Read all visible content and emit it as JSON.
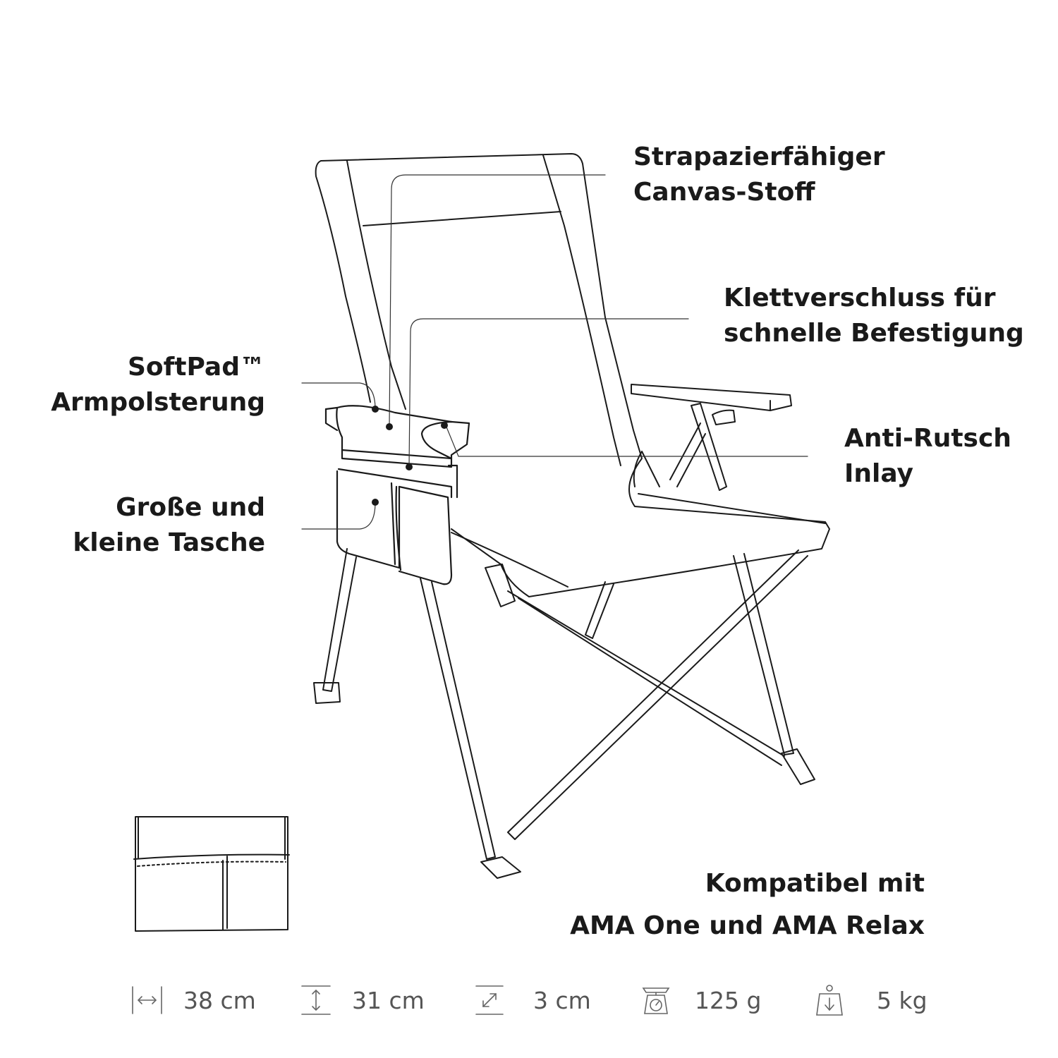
{
  "callouts": {
    "canvas": {
      "line1": "Strapazierfähiger",
      "line2": "Canvas-Stoff"
    },
    "velcro": {
      "line1": "Klettverschluss für",
      "line2": "schnelle Befestigung"
    },
    "softpad": {
      "line1": "SoftPad™",
      "line2": "Armpolsterung"
    },
    "antislip": {
      "line1": "Anti-Rutsch",
      "line2": "Inlay"
    },
    "pockets": {
      "line1": "Große und",
      "line2": "kleine Tasche"
    }
  },
  "compat": {
    "line1": "Kompatibel mit",
    "line2": "AMA One und AMA Relax"
  },
  "specs": [
    {
      "icon": "width-icon",
      "value": "38 cm"
    },
    {
      "icon": "height-icon",
      "value": "31 cm"
    },
    {
      "icon": "depth-icon",
      "value": "3 cm"
    },
    {
      "icon": "scale-icon",
      "value": "125 g"
    },
    {
      "icon": "load-weight-icon",
      "value": "5 kg"
    }
  ],
  "colors": {
    "line": "#1a1a1a",
    "spec_text": "#555555",
    "spec_icon": "#666666"
  }
}
